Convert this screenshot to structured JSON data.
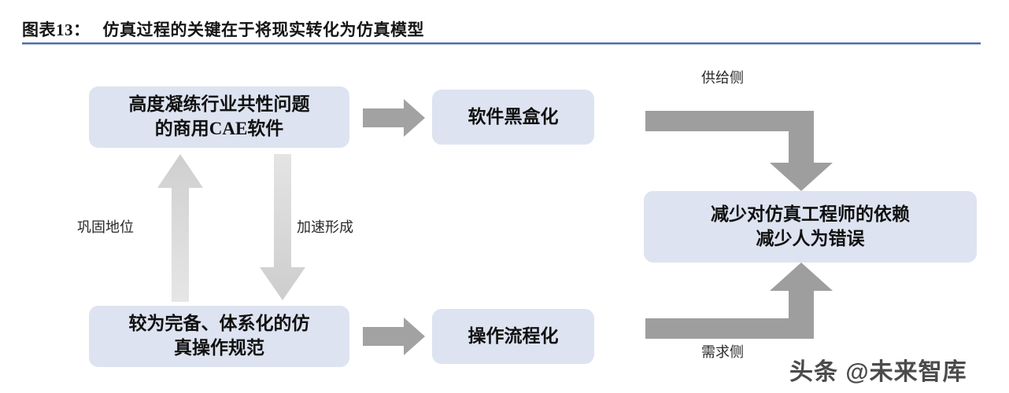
{
  "header": {
    "index_label": "图表13：",
    "title": "仿真过程的关键在于将现实转化为仿真模型",
    "rule_color": "#4a6ea8"
  },
  "palette": {
    "box_fill": "#dde3f0",
    "arrow_gray_dark": "#9b9b9b",
    "arrow_gray_light": "#d6d6d6",
    "text": "#111111",
    "background": "#ffffff"
  },
  "boxes": {
    "cae": {
      "line1": "高度凝练行业共性问题",
      "line2": "的商用CAE软件"
    },
    "blackbox": {
      "line1": "软件黑盒化"
    },
    "spec": {
      "line1": "较为完备、体系化的仿",
      "line2": "真操作规范"
    },
    "process": {
      "line1": "操作流程化"
    },
    "outcome": {
      "line1": "减少对仿真工程师的依赖",
      "line2": "减少人为错误"
    }
  },
  "labels": {
    "consolidate": "巩固地位",
    "accelerate": "加速形成",
    "supply_side": "供给侧",
    "demand_side": "需求侧"
  },
  "arrows": [
    {
      "name": "cae-to-blackbox",
      "direction": "right",
      "style": "flat-gray"
    },
    {
      "name": "spec-to-process",
      "direction": "right",
      "style": "flat-gray"
    },
    {
      "name": "spec-to-cae",
      "direction": "up",
      "style": "light-gray"
    },
    {
      "name": "cae-to-spec",
      "direction": "down",
      "style": "light-gray"
    },
    {
      "name": "supply-to-outcome",
      "direction": "elbow-down",
      "style": "flat-gray"
    },
    {
      "name": "demand-to-outcome",
      "direction": "elbow-up",
      "style": "flat-gray"
    }
  ],
  "watermark": {
    "text": "头条 @未来智库"
  }
}
